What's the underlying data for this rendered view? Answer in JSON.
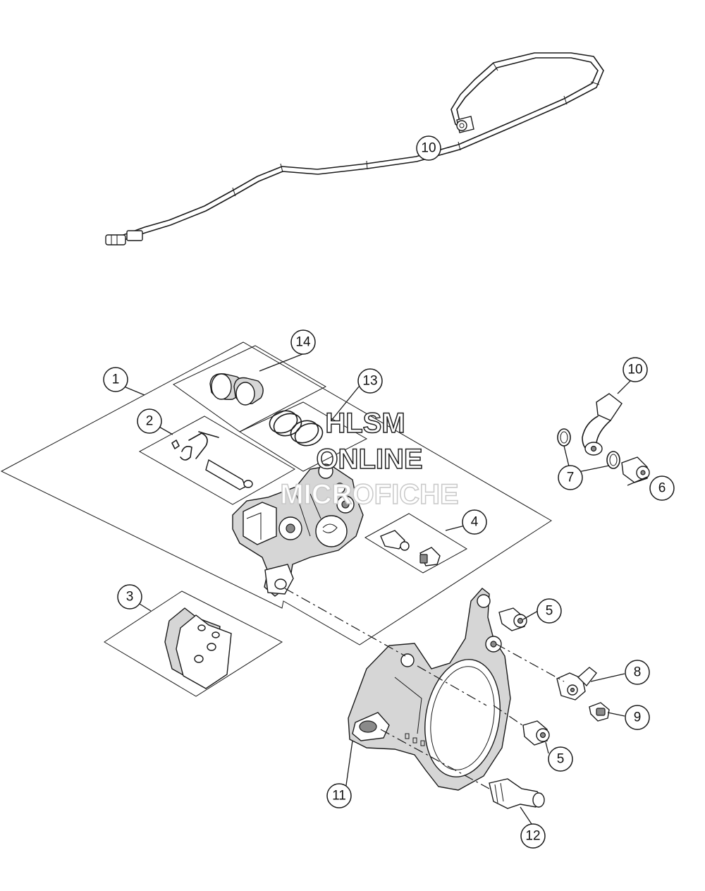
{
  "watermark": {
    "line1": "HLSM",
    "line2": "ONLINE",
    "line3": "MICROFICHE"
  },
  "callouts": {
    "c1": "1",
    "c2": "2",
    "c3": "3",
    "c4": "4",
    "c5a": "5",
    "c5b": "5",
    "c6": "6",
    "c7": "7",
    "c8": "8",
    "c9": "9",
    "c10a": "10",
    "c10b": "10",
    "c11": "11",
    "c12": "12",
    "c13": "13",
    "c14": "14"
  }
}
